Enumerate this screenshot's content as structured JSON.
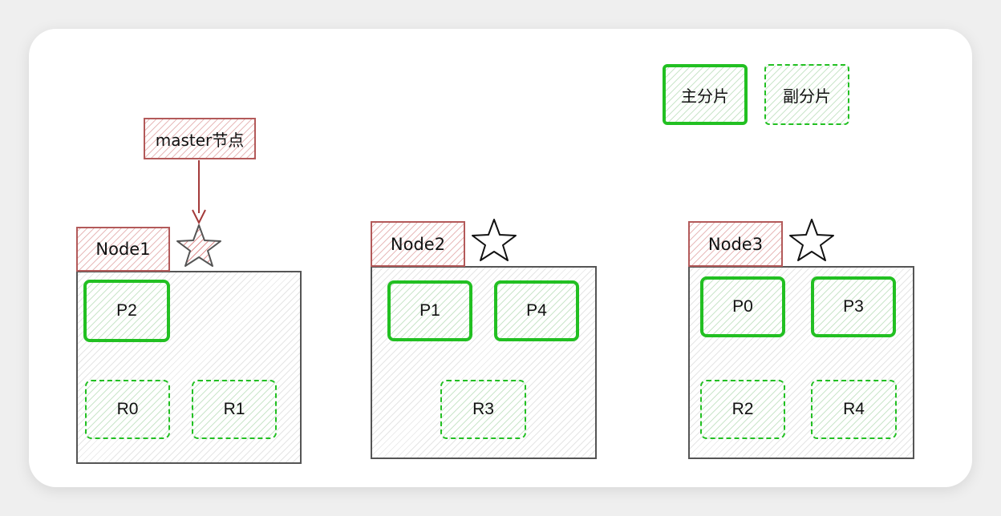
{
  "legend": {
    "primary_label": "主分片",
    "replica_label": "副分片"
  },
  "master": {
    "label": "master节点"
  },
  "nodes": [
    {
      "name": "Node1",
      "is_master": true,
      "primaries": [
        "P2"
      ],
      "replicas": [
        "R0",
        "R1"
      ]
    },
    {
      "name": "Node2",
      "is_master": false,
      "primaries": [
        "P1",
        "P4"
      ],
      "replicas": [
        "R3"
      ]
    },
    {
      "name": "Node3",
      "is_master": false,
      "primaries": [
        "P0",
        "P3"
      ],
      "replicas": [
        "R2",
        "R4"
      ]
    }
  ],
  "colors": {
    "primary_border": "#22c022",
    "replica_border": "#22c022",
    "label_border": "#b35a5a",
    "node_border": "#555555",
    "arrow": "#a33a3a"
  },
  "icons": {
    "master_marker": "star-filled-icon",
    "node_marker": "star-outline-icon"
  }
}
